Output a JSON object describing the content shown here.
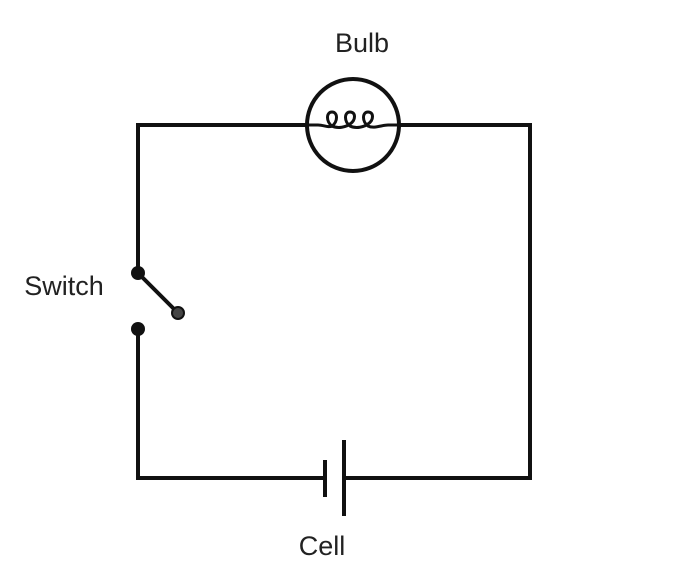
{
  "labels": {
    "bulb": "Bulb",
    "switch": "Switch",
    "cell": "Cell"
  },
  "colors": {
    "wire": "#111111",
    "text": "#222222",
    "background": "#ffffff"
  }
}
